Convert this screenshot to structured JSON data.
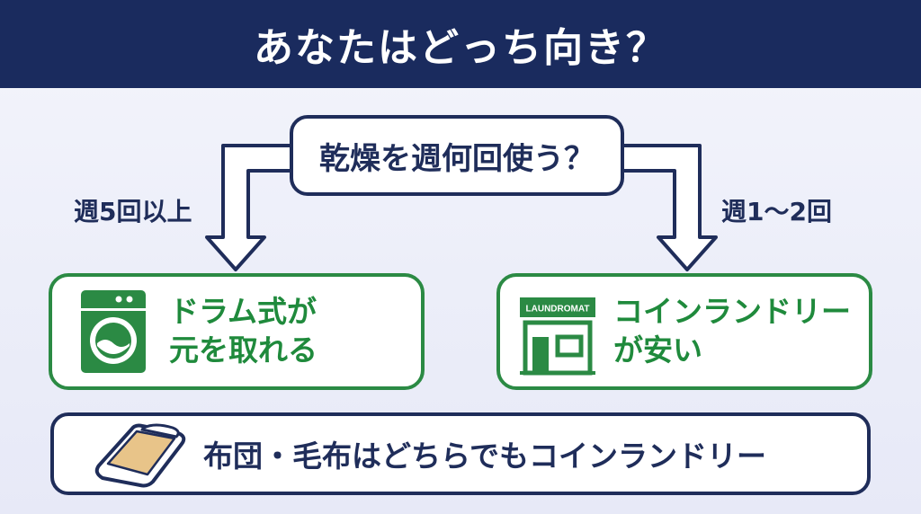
{
  "header": {
    "title": "あなたはどっち向き？"
  },
  "question": {
    "text": "乾燥を週何回使う？"
  },
  "branches": {
    "left": {
      "label": "週5回以上",
      "result_lines": [
        "ドラム式が",
        "元を取れる"
      ]
    },
    "right": {
      "label": "週1〜2回",
      "result_lines": [
        "コインランドリー",
        "が安い"
      ],
      "sign_text": "LAUNDROMAT"
    }
  },
  "bottom": {
    "text": "布団・毛布はどちらでもコインランドリー"
  },
  "icons": {
    "left": "washing-machine-icon",
    "right": "laundromat-store-icon",
    "bottom": "futon-icon"
  },
  "colors": {
    "header_bg": "#1a2b5e",
    "navy": "#1f2d5a",
    "green": "#2b8a44",
    "green_text": "#1f8a3c"
  }
}
